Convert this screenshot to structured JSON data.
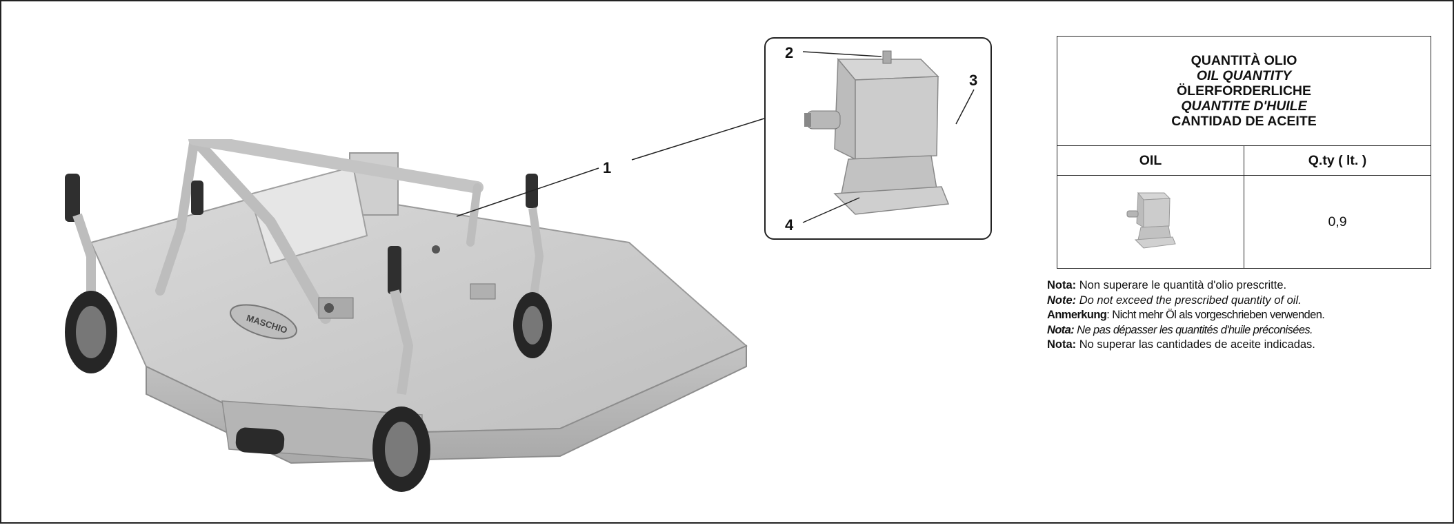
{
  "callouts": {
    "n1": "1",
    "n2": "2",
    "n3": "3",
    "n4": "4"
  },
  "mower": {
    "brand_label": "MASCHIO"
  },
  "table": {
    "titles": [
      "QUANTITÀ OLIO",
      "OIL QUANTITY",
      "ÖLERFORDERLICHE",
      "QUANTITE D'HUILE",
      "CANTIDAD DE ACEITE"
    ],
    "col_oil": "OIL",
    "col_qty": "Q.ty ( lt. )",
    "qty_value": "0,9"
  },
  "notes": [
    {
      "label": "Nota:",
      "text": " Non superare le quantità d'olio prescritte."
    },
    {
      "label": "Note:",
      "text": " Do not exceed the prescribed quantity of oil."
    },
    {
      "label": "Anmerkung",
      "text": ": Nicht mehr Öl als vorgeschrieben verwenden."
    },
    {
      "label": "Nota:",
      "text": " Ne pas dépasser les quantités d'huile préconisées."
    },
    {
      "label": "Nota:",
      "text": " No superar las cantidades de aceite indicadas."
    }
  ],
  "colors": {
    "paint": "#c9c9c9",
    "paint_dark": "#9e9e9e",
    "tyre": "#262626",
    "border": "#222222"
  }
}
